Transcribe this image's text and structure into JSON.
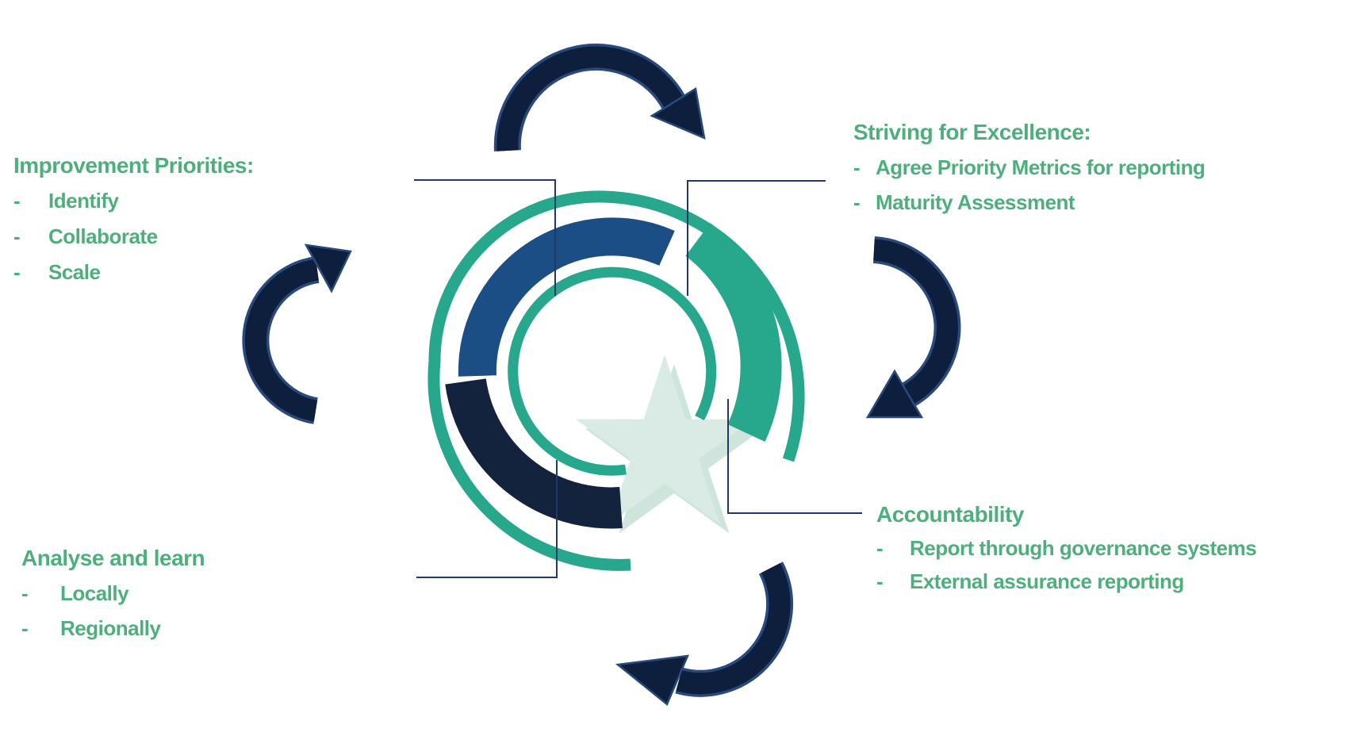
{
  "diagram": {
    "top_left": {
      "heading": "Improvement Priorities:",
      "bullet": "-",
      "items": [
        "Identify",
        "Collaborate",
        "Scale"
      ]
    },
    "top_right": {
      "heading": "Striving for Excellence:",
      "bullet": "-",
      "items": [
        "Agree Priority Metrics for reporting",
        "Maturity Assessment"
      ]
    },
    "bottom_right": {
      "heading": "Accountability",
      "bullet": "-",
      "items": [
        "Report through governance systems",
        "External assurance reporting"
      ]
    },
    "bottom_left": {
      "heading": "Analyse and learn",
      "bullet": "-",
      "items": [
        "Locally",
        "Regionally"
      ]
    },
    "icons": {
      "center_logo": "concentric-spiral-rings-with-star",
      "star": "five-point-star",
      "arrows": "clockwise-curved-arrow"
    }
  },
  "colors": {
    "background": "#FFFFFF",
    "text_green": "#4DAF7C",
    "teal": "#27A78B",
    "blue_segment": "#1A4E85",
    "navy_segment": "#13233E",
    "arrow_navy": "#0D1F3C",
    "arrow_outline": "#2A4A7D",
    "star": "#D9EBE4",
    "star_shadow": "#CDE5DB",
    "connector": "#203A66"
  }
}
